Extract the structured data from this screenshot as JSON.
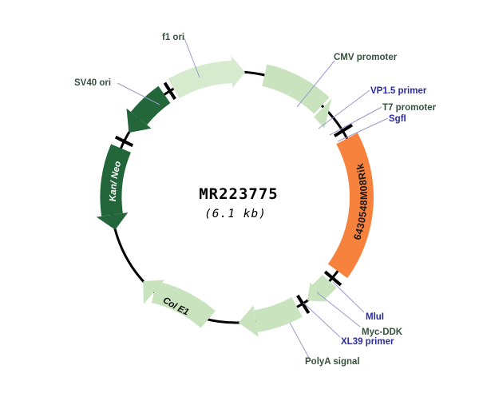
{
  "plasmid": {
    "name": "MR223775",
    "size": "(6.1 kb)",
    "shape": "circular"
  },
  "features": {
    "f1_ori": {
      "label": "f1 ori",
      "direction": "clockwise"
    },
    "cmv_promoter": {
      "label": "CMV promoter",
      "direction": "clockwise"
    },
    "vp15_primer": {
      "label": "VP1.5 primer"
    },
    "t7_promoter": {
      "label": "T7 promoter"
    },
    "sgfi_site": {
      "label": "SgfI"
    },
    "orf": {
      "label": "6430548M08Rik",
      "direction": "clockwise"
    },
    "mlui_site": {
      "label": "MluI"
    },
    "myc_ddk": {
      "label": "Myc-DDK",
      "direction": "clockwise"
    },
    "xl39_primer": {
      "label": "XL39 primer"
    },
    "polya": {
      "label": "PolyA signal",
      "direction": "clockwise"
    },
    "col_e1": {
      "label": "Col E1",
      "direction": "clockwise"
    },
    "kan_neo": {
      "label": "Kan/ Neo",
      "direction": "counterclockwise"
    },
    "sv40_ori": {
      "label": "SV40 ori",
      "direction": "counterclockwise"
    }
  },
  "colors": {
    "light_green": "#c9e3bf",
    "light_green_f1": "#d6eacd",
    "dark_green": "#23663a",
    "orange": "#f6823e",
    "backbone": "#000000",
    "label_dark_green": "#37513f",
    "label_blue": "#2b2ba6",
    "leader_line": "#9b9ac8",
    "kan_neo_text": "#ffffff",
    "col_e1_text": "#111111",
    "orf_text": "#1a1a1a"
  }
}
